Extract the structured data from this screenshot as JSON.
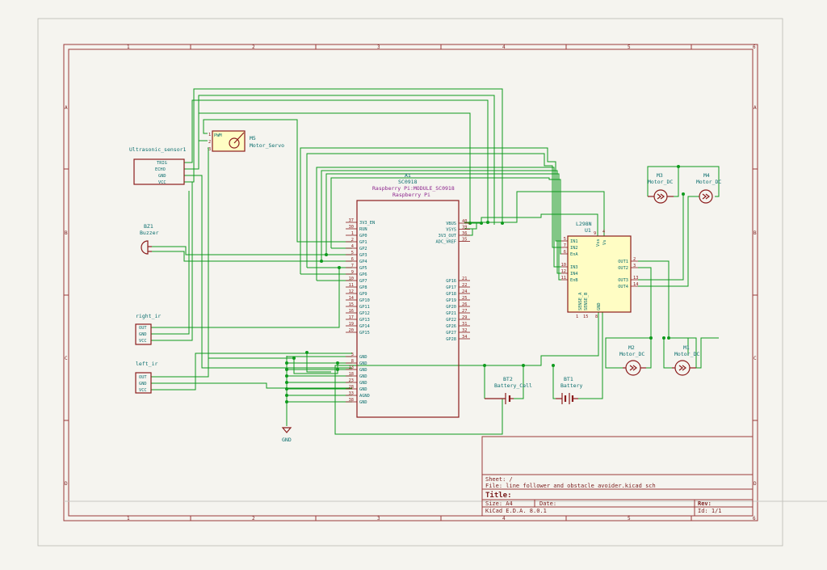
{
  "frame": {
    "columns": [
      "1",
      "2",
      "3",
      "4",
      "5",
      "6"
    ],
    "rows": [
      "A",
      "B",
      "C",
      "D"
    ]
  },
  "title_block": {
    "sheet_label": "Sheet: /",
    "file_label": "File: line follower and obstacle avoider.kicad_sch",
    "title_label": "Title:",
    "size_label": "Size: A4",
    "date_label": "Date:",
    "rev_label": "Rev:",
    "tool_label": "KiCad E.D.A. 8.0.1",
    "id_label": "Id: 1/1"
  },
  "parts": {
    "ultrasonic": {
      "ref": "Ultrasonic_sensor1",
      "pins": [
        "TRIG",
        "ECHO",
        "GND",
        "VCC"
      ]
    },
    "servo": {
      "ref": "M5",
      "value": "Motor_Servo",
      "pwm": "PWM",
      "pin_nums": [
        "1",
        "2",
        "3"
      ]
    },
    "buzzer": {
      "ref": "BZ1",
      "value": "Buzzer"
    },
    "right_ir": {
      "ref": "right_ir",
      "pins": [
        "OUT",
        "GND",
        "VCC"
      ]
    },
    "left_ir": {
      "ref": "left_ir",
      "pins": [
        "OUT",
        "GND",
        "VCC"
      ]
    },
    "pico": {
      "ref": "A1",
      "value": "SC0918",
      "footprint": "Raspberry Pi:MODULE_SC0918",
      "subtitle": "Raspberry Pi",
      "left_pins": [
        {
          "num": "37",
          "name": "3V3_EN"
        },
        {
          "num": "30",
          "name": "RUN"
        },
        {
          "num": "1",
          "name": "GP0"
        },
        {
          "num": "2",
          "name": "GP1"
        },
        {
          "num": "4",
          "name": "GP2"
        },
        {
          "num": "5",
          "name": "GP3"
        },
        {
          "num": "6",
          "name": "GP4"
        },
        {
          "num": "7",
          "name": "GP5"
        },
        {
          "num": "9",
          "name": "GP6"
        },
        {
          "num": "10",
          "name": "GP7"
        },
        {
          "num": "11",
          "name": "GP8"
        },
        {
          "num": "12",
          "name": "GP9"
        },
        {
          "num": "14",
          "name": "GP10"
        },
        {
          "num": "15",
          "name": "GP11"
        },
        {
          "num": "16",
          "name": "GP12"
        },
        {
          "num": "17",
          "name": "GP13"
        },
        {
          "num": "19",
          "name": "GP14"
        },
        {
          "num": "20",
          "name": "GP15"
        }
      ],
      "gnd_pins": [
        {
          "num": "3",
          "name": "GND"
        },
        {
          "num": "8",
          "name": "GND"
        },
        {
          "num": "13",
          "name": "GND"
        },
        {
          "num": "18",
          "name": "GND"
        },
        {
          "num": "23",
          "name": "GND"
        },
        {
          "num": "28",
          "name": "GND"
        },
        {
          "num": "33",
          "name": "AGND"
        },
        {
          "num": "38",
          "name": "GND"
        }
      ],
      "right_top_pins": [
        {
          "num": "40",
          "name": "VBUS"
        },
        {
          "num": "39",
          "name": "VSYS"
        },
        {
          "num": "36",
          "name": "3V3_OUT"
        },
        {
          "num": "35",
          "name": "ADC_VREF"
        }
      ],
      "right_pins": [
        {
          "num": "21",
          "name": "GP16"
        },
        {
          "num": "22",
          "name": "GP17"
        },
        {
          "num": "24",
          "name": "GP18"
        },
        {
          "num": "25",
          "name": "GP19"
        },
        {
          "num": "26",
          "name": "GP20"
        },
        {
          "num": "27",
          "name": "GP21"
        },
        {
          "num": "29",
          "name": "GP22"
        },
        {
          "num": "31",
          "name": "GP26"
        },
        {
          "num": "32",
          "name": "GP27"
        },
        {
          "num": "34",
          "name": "GP28"
        }
      ]
    },
    "driver": {
      "ref": "U1",
      "value": "L298N",
      "left_pins": [
        {
          "num": "5",
          "name": "IN1"
        },
        {
          "num": "7",
          "name": "IN2"
        },
        {
          "num": "6",
          "name": "EnA"
        },
        {
          "num": "10",
          "name": "IN3"
        },
        {
          "num": "12",
          "name": "IN4"
        },
        {
          "num": "11",
          "name": "EnB"
        }
      ],
      "right_pins": [
        {
          "num": "2",
          "name": "OUT1"
        },
        {
          "num": "3",
          "name": "OUT2"
        },
        {
          "num": "13",
          "name": "OUT3"
        },
        {
          "num": "14",
          "name": "OUT4"
        }
      ],
      "top_pins": [
        {
          "num": "9",
          "name": "Vss"
        },
        {
          "num": "4",
          "name": "Vs"
        }
      ],
      "bottom_pins": [
        {
          "num": "1",
          "name": "SENSE_A"
        },
        {
          "num": "15",
          "name": "SENSE_B"
        },
        {
          "num": "8",
          "name": "GND"
        }
      ]
    },
    "m3": {
      "ref": "M3",
      "value": "Motor_DC"
    },
    "m4": {
      "ref": "M4",
      "value": "Motor_DC"
    },
    "m2": {
      "ref": "M2",
      "value": "Motor_DC"
    },
    "m1": {
      "ref": "M1",
      "value": "Motor_DC"
    },
    "bt2": {
      "ref": "BT2",
      "value": "Battery_Cell"
    },
    "bt1": {
      "ref": "BT1",
      "value": "Battery"
    },
    "gnd_symbol": {
      "label": "GND"
    }
  }
}
